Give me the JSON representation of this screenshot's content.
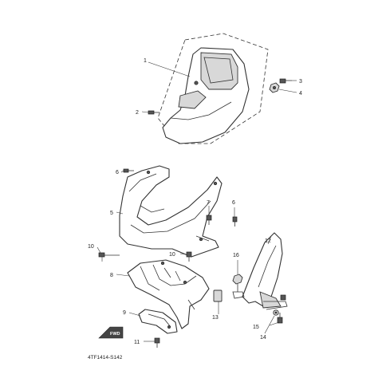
{
  "callouts": {
    "c1": "1",
    "c2": "2",
    "c3": "3",
    "c4": "4",
    "c5": "5",
    "c6a": "6",
    "c6b": "6",
    "c7": "7",
    "c8": "8",
    "c9": "9",
    "c10a": "10",
    "c10b": "10",
    "c11": "11",
    "c12": "12",
    "c13": "13",
    "c14": "14",
    "c15": "15",
    "c16": "16"
  },
  "diagram_code": "4TF1414-S142",
  "fwd_badge": "FWD"
}
